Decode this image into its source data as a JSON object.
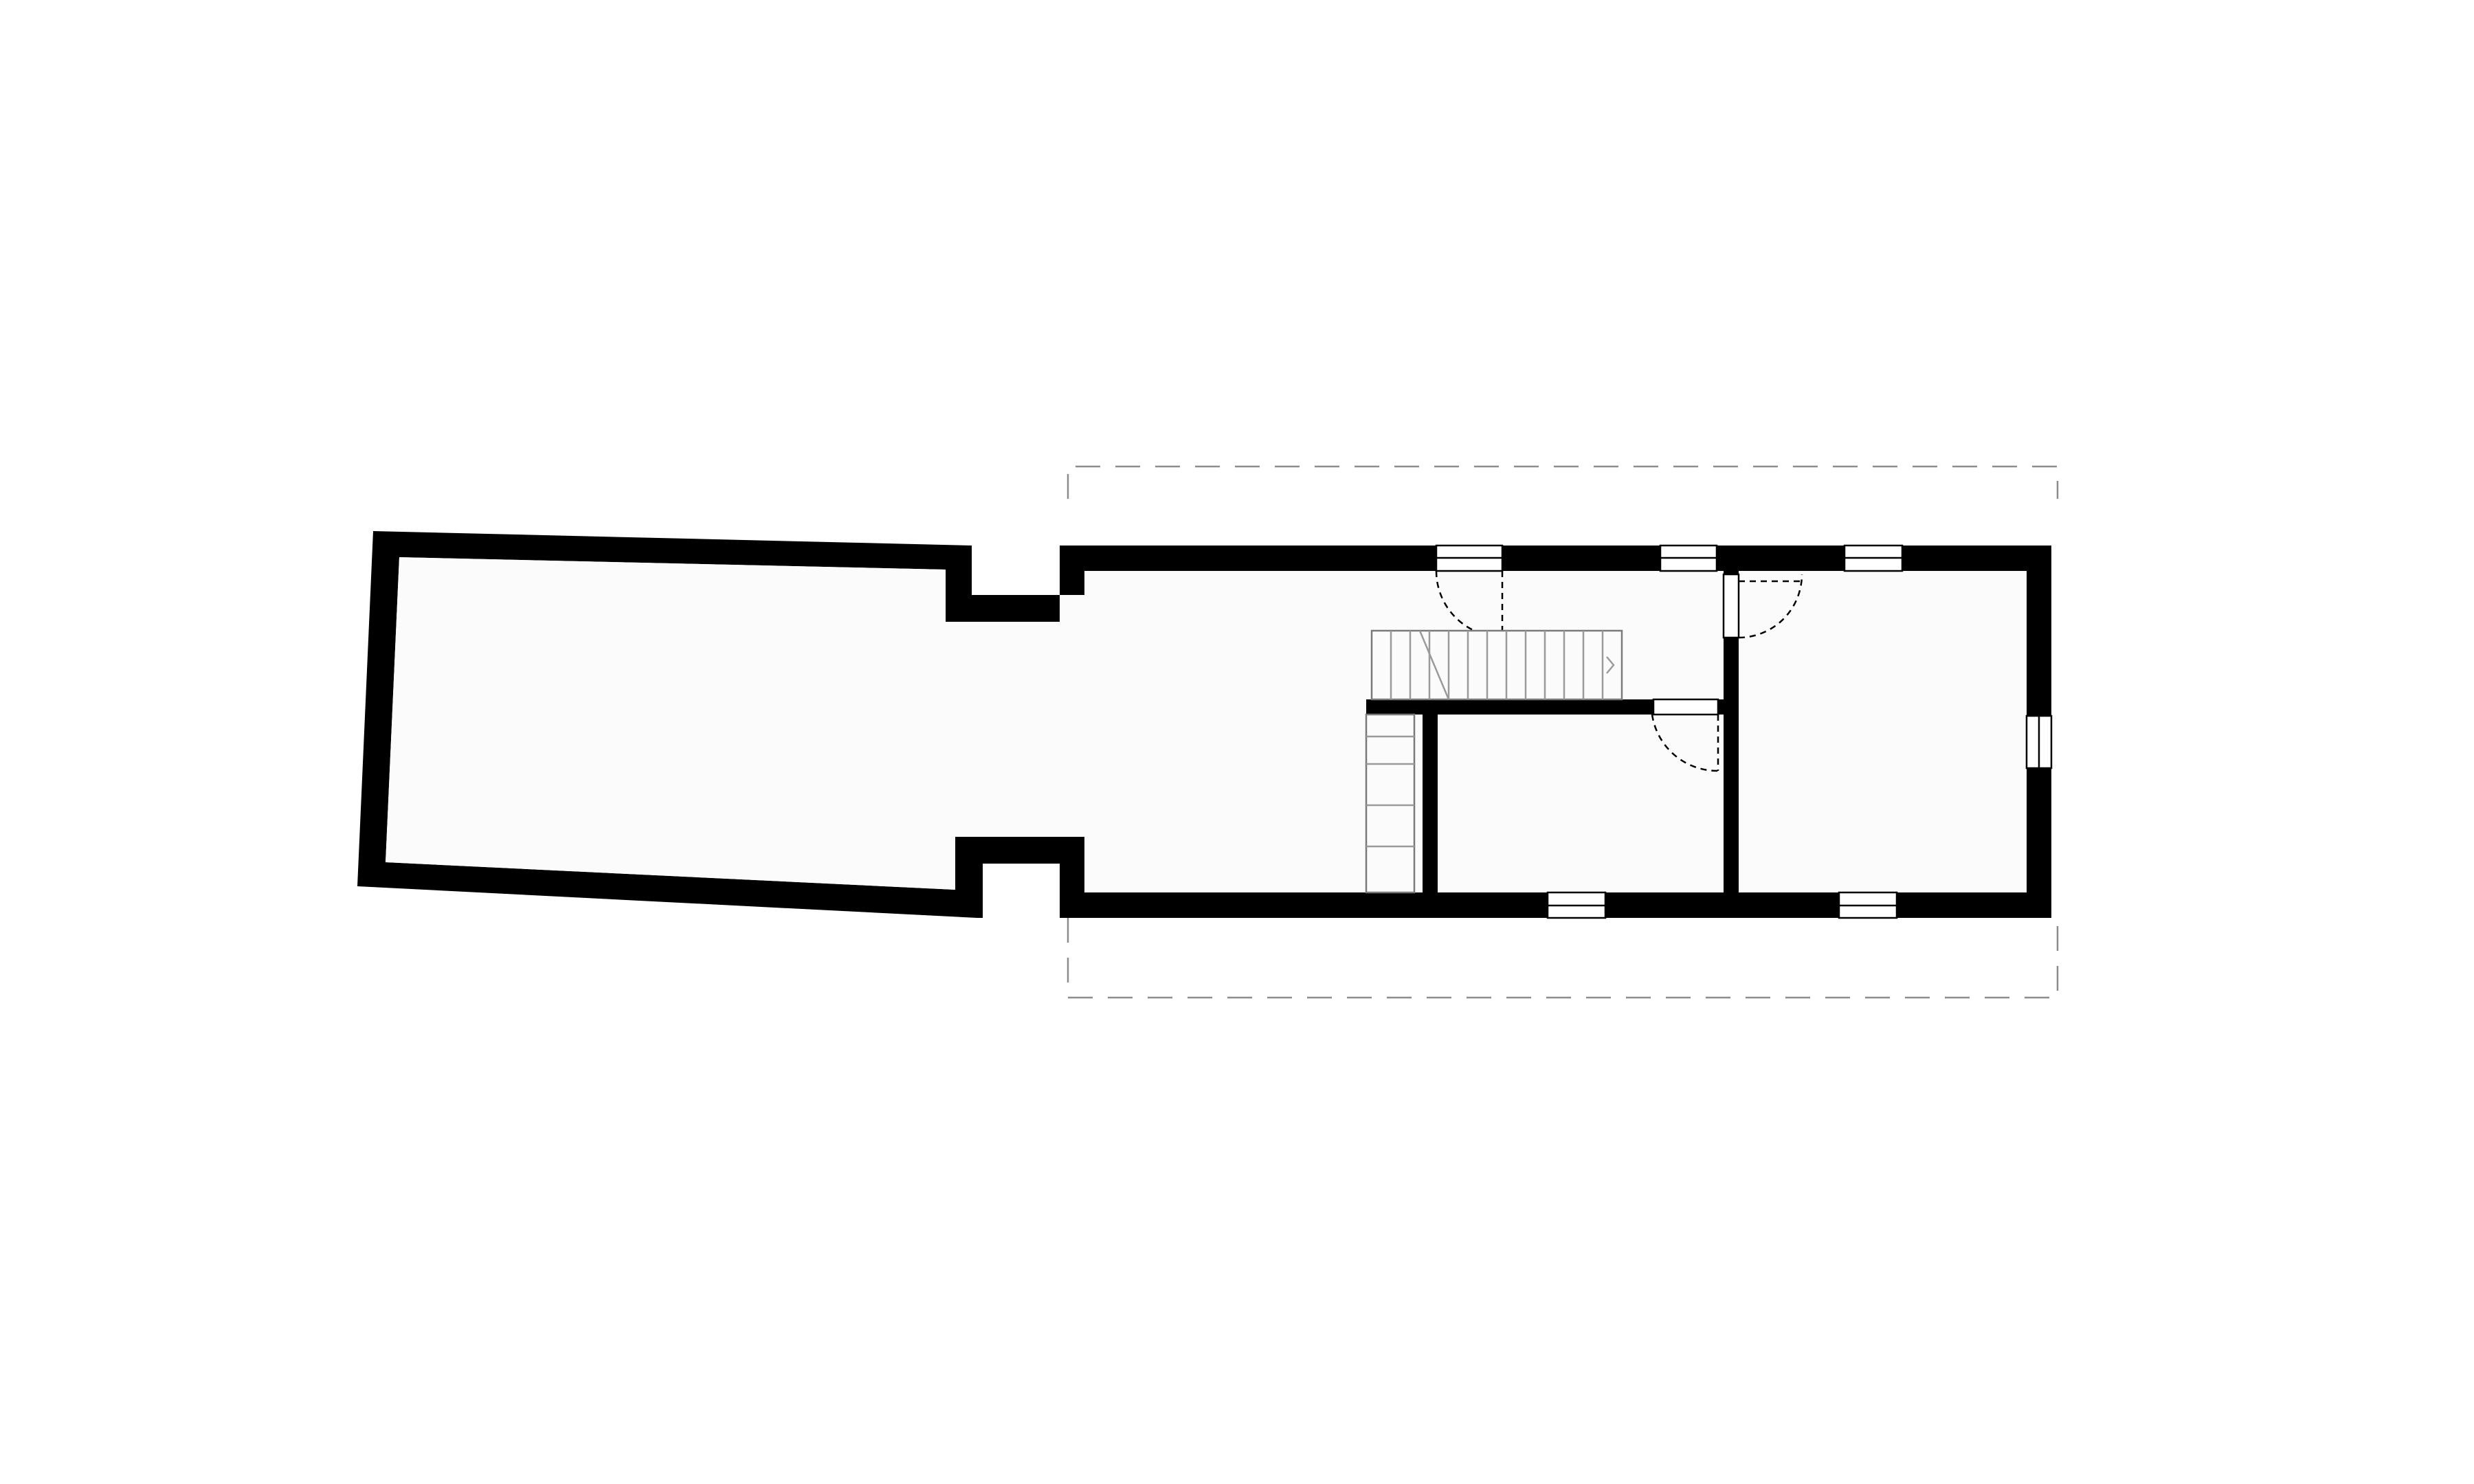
{
  "drawing": {
    "kind": "floor-plan",
    "colors": {
      "background": "#ffffff",
      "room_fill": "#fafbfa",
      "wall": "#000000",
      "stair_lines": "#9a9a9a",
      "outline_dash": "#8c8c8c"
    },
    "counts": {
      "windows": 8,
      "doors": 3,
      "stair_flights": 2
    }
  }
}
